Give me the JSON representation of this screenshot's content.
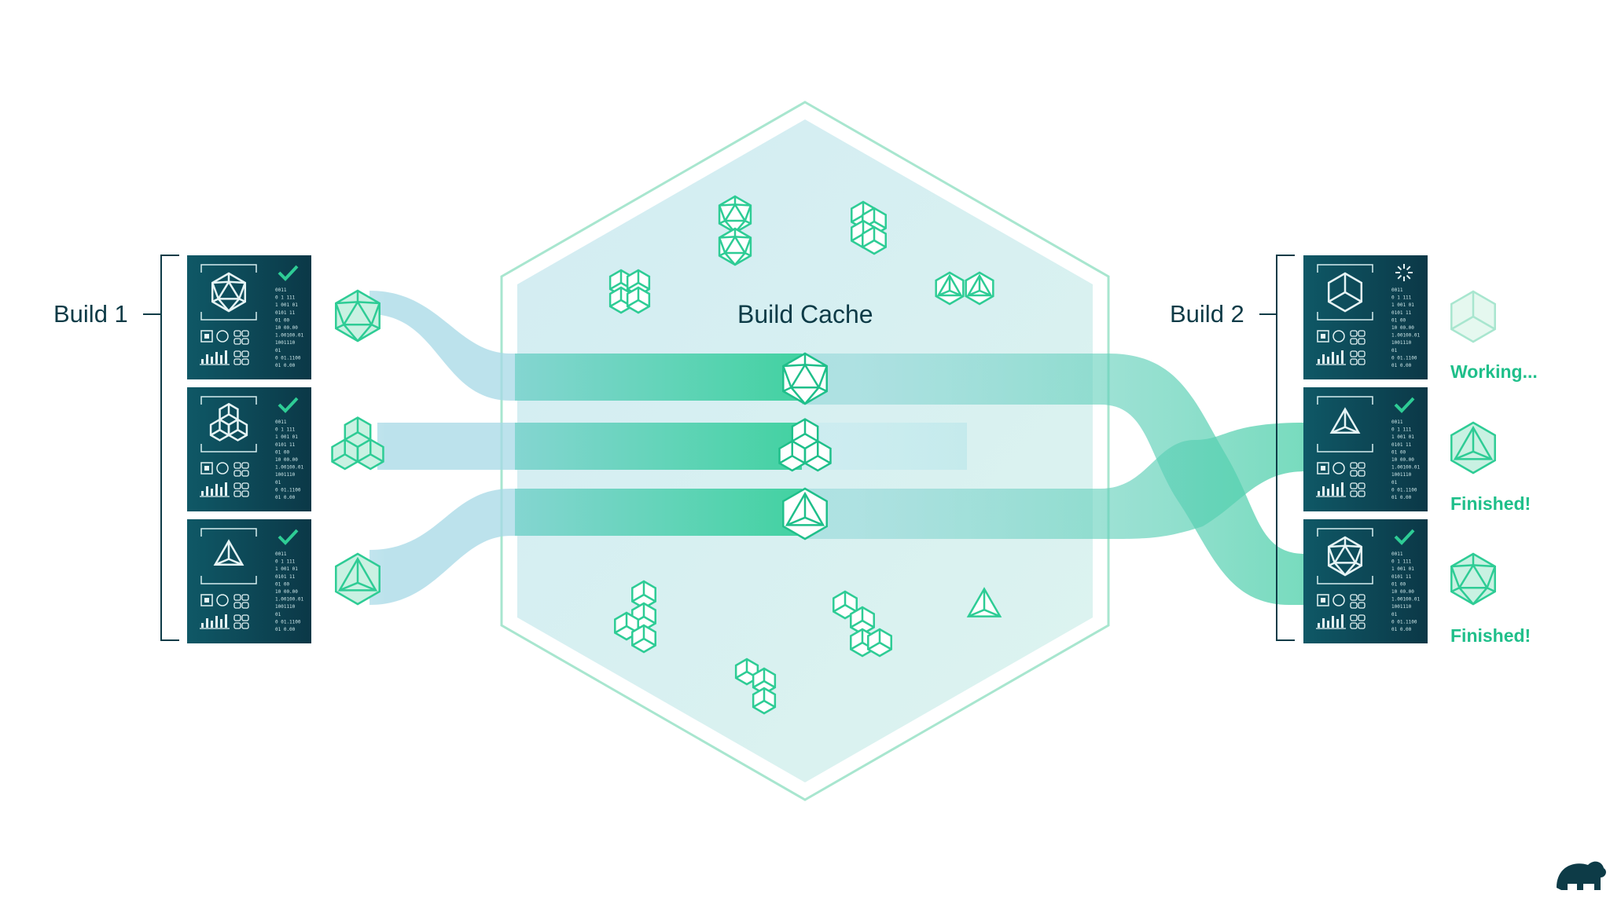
{
  "diagram": {
    "cache_label": "Build Cache",
    "build1": {
      "label": "Build 1",
      "tasks": [
        {
          "icon": "icosahedron-icon",
          "status_icon": "checkmark-icon",
          "code_lines": [
            "0011",
            "0 1 111",
            "1 001 01",
            "0101 11",
            "01 00",
            "10 00.00",
            "1.00100.01",
            "1001110",
            "01",
            "0 01.1100",
            "01 0.00"
          ]
        },
        {
          "icon": "cube-stack-icon",
          "status_icon": "checkmark-icon",
          "code_lines": [
            "0011",
            "0 1 111",
            "1 001 01",
            "0101 11",
            "01 00",
            "10 00.00",
            "1.00100.01",
            "1001110",
            "01",
            "0 01.1100",
            "01 0.00"
          ]
        },
        {
          "icon": "tetrahedron-icon",
          "status_icon": "checkmark-icon",
          "code_lines": [
            "0011",
            "0 1 111",
            "1 001 01",
            "0101 11",
            "01 00",
            "10 00.00",
            "1.00100.01",
            "1001110",
            "01",
            "0 01.1100",
            "01 0.00"
          ]
        }
      ]
    },
    "build2": {
      "label": "Build 2",
      "tasks": [
        {
          "icon": "cube-icon",
          "status_icon": "spinner-icon",
          "status": "Working...",
          "code_lines": [
            "0011",
            "0 1 111",
            "1 001 01",
            "0101 11",
            "01 00",
            "10 00.00",
            "1.00100.01",
            "1001110",
            "01",
            "0 01.1100",
            "01 0.00"
          ]
        },
        {
          "icon": "tetrahedron-icon",
          "status_icon": "checkmark-icon",
          "status": "Finished!",
          "code_lines": [
            "0011",
            "0 1 111",
            "1 001 01",
            "0101 11",
            "01 00",
            "10 00.00",
            "1.00100.01",
            "1001110",
            "01",
            "0 01.1100",
            "01 0.00"
          ]
        },
        {
          "icon": "icosahedron-icon",
          "status_icon": "checkmark-icon",
          "status": "Finished!",
          "code_lines": [
            "0011",
            "0 1 111",
            "1 001 01",
            "0101 11",
            "01 00",
            "10 00.00",
            "1.00100.01",
            "1001110",
            "01",
            "0 01.1100",
            "01 0.00"
          ]
        }
      ]
    },
    "cache_shapes": [
      "stacked-icosahedron-icon",
      "cube-grid-icon",
      "stair-cubes-icon",
      "double-pyramid-icon",
      "cube-stack-icon",
      "l-cubes-icon",
      "tetrahedron-icon",
      "small-cube-stack-icon"
    ],
    "logo": "elephant-logo",
    "colors": {
      "accent": "#2ecc95",
      "dark_panel": "#0e4a5a",
      "text": "#0d3b47",
      "cache_fill": "#d6f1f2"
    }
  }
}
